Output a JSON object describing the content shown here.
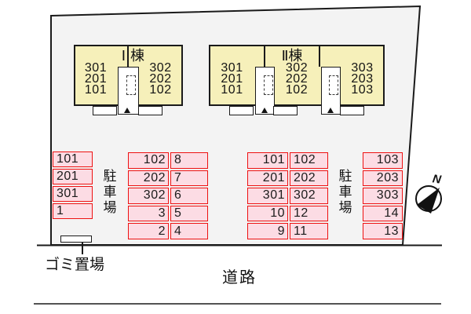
{
  "site": {
    "road": "道路",
    "garbage": "ゴミ置場"
  },
  "compass": {
    "north": "N"
  },
  "buildings": [
    {
      "title_left": "Ⅰ",
      "title_right": "棟",
      "cols": [
        [
          "301",
          "201",
          "101"
        ],
        [
          "302",
          "202",
          "102"
        ]
      ]
    },
    {
      "title": "Ⅱ棟",
      "cols": [
        [
          "301",
          "201",
          "101"
        ],
        [
          "302",
          "202",
          "102"
        ],
        [
          "303",
          "203",
          "103"
        ]
      ]
    }
  ],
  "parking": {
    "label": "駐車場",
    "blocks": {
      "a": [
        "101",
        "201",
        "301",
        "1"
      ],
      "b_left": [
        "102",
        "202",
        "302",
        "3",
        "2"
      ],
      "b_right": [
        "8",
        "7",
        "6",
        "5",
        "4"
      ],
      "c_left": [
        "101",
        "201",
        "301",
        "10",
        "9"
      ],
      "c_right": [
        "102",
        "202",
        "302",
        "12",
        "11"
      ],
      "d": [
        "103",
        "203",
        "303",
        "14",
        "13"
      ]
    }
  },
  "colors": {
    "site_fill": "#f3f3f3",
    "building_fill": "#f6f0ba",
    "parking_fill": "#fcdce4",
    "parking_border": "#ee1111",
    "line": "#1a1a1a"
  }
}
